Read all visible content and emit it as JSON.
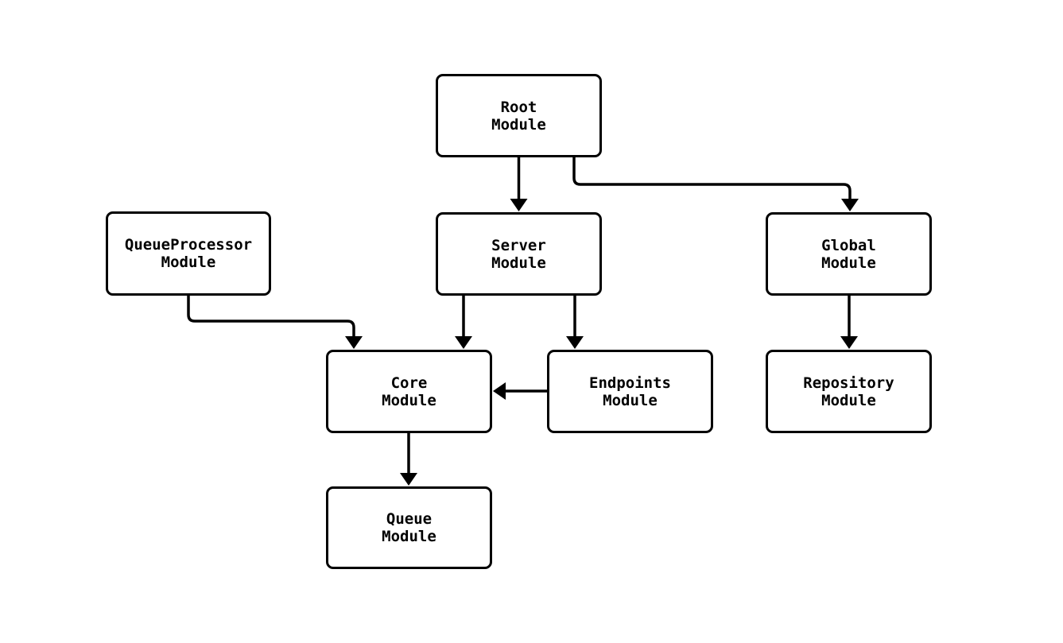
{
  "diagram": {
    "type": "flowchart",
    "background_color": "#ffffff",
    "node_fill_color": "#ffffff",
    "line_color": "#000000",
    "text_color": "#000000",
    "nodes": [
      {
        "id": "Root Module",
        "label_line1": "Root",
        "label_line2": "Module"
      },
      {
        "id": "QueueProcessor Module",
        "label_line1": "QueueProcessor",
        "label_line2": "Module"
      },
      {
        "id": "Server Module",
        "label_line1": "Server",
        "label_line2": "Module"
      },
      {
        "id": "Global Module",
        "label_line1": "Global",
        "label_line2": "Module"
      },
      {
        "id": "Core Module",
        "label_line1": "Core",
        "label_line2": "Module"
      },
      {
        "id": "Endpoints Module",
        "label_line1": "Endpoints",
        "label_line2": "Module"
      },
      {
        "id": "Repository Module",
        "label_line1": "Repository",
        "label_line2": "Module"
      },
      {
        "id": "Queue Module",
        "label_line1": "Queue",
        "label_line2": "Module"
      }
    ],
    "edges": [
      {
        "from": "Root Module",
        "to": "Server Module"
      },
      {
        "from": "Root Module",
        "to": "Global Module"
      },
      {
        "from": "QueueProcessor Module",
        "to": "Core Module"
      },
      {
        "from": "Server Module",
        "to": "Core Module"
      },
      {
        "from": "Server Module",
        "to": "Endpoints Module"
      },
      {
        "from": "Global Module",
        "to": "Repository Module"
      },
      {
        "from": "Endpoints Module",
        "to": "Core Module"
      },
      {
        "from": "Core Module",
        "to": "Queue Module"
      }
    ]
  }
}
